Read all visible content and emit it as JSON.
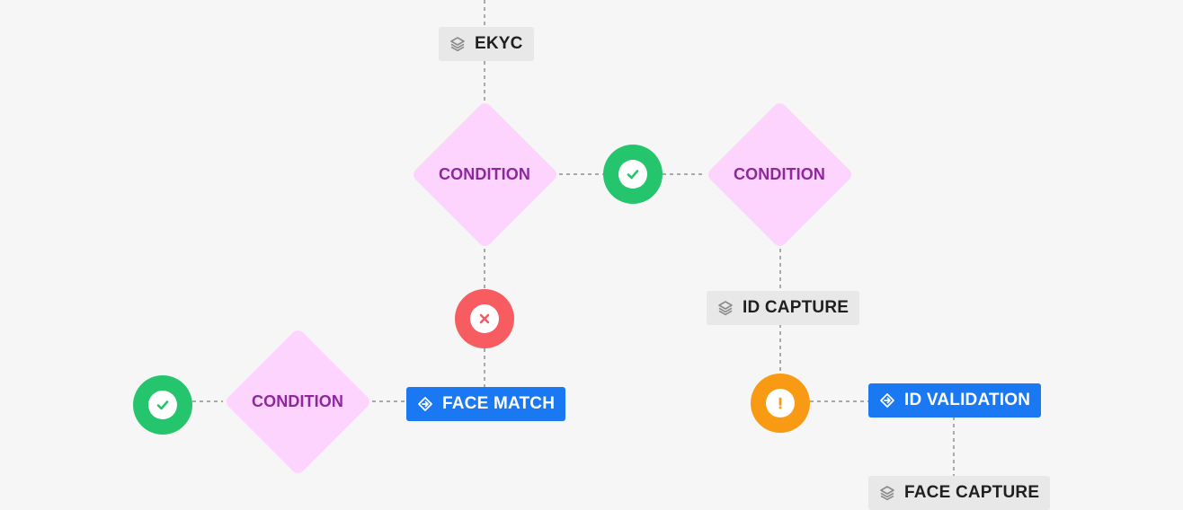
{
  "colors": {
    "background": "#f6f6f6",
    "connector": "#a9a9a9",
    "step_bg": "#e8e8e8",
    "action_bg": "#1a78f2",
    "condition_bg": "#fdd4fd",
    "condition_text": "#8e279e",
    "success": "#25c56e",
    "failure": "#f75c61",
    "warning": "#f99a14"
  },
  "steps": {
    "ekyc": {
      "label": "EKYC",
      "icon": "layers-icon"
    },
    "id_capture": {
      "label": "ID CAPTURE",
      "icon": "layers-icon"
    },
    "face_capture": {
      "label": "FACE CAPTURE",
      "icon": "layers-icon"
    }
  },
  "actions": {
    "face_match": {
      "label": "FACE MATCH",
      "icon": "diamond-arrow-icon"
    },
    "id_validation": {
      "label": "ID VALIDATION",
      "icon": "diamond-arrow-icon"
    }
  },
  "conditions": {
    "main": {
      "label": "CONDITION"
    },
    "right": {
      "label": "CONDITION"
    },
    "left": {
      "label": "CONDITION"
    }
  },
  "outcomes": {
    "success_top": {
      "status": "success",
      "icon": "check-icon"
    },
    "failure": {
      "status": "failure",
      "icon": "x-icon"
    },
    "success_left": {
      "status": "success",
      "icon": "check-icon"
    },
    "warning": {
      "status": "warning",
      "icon": "exclamation-icon"
    }
  }
}
